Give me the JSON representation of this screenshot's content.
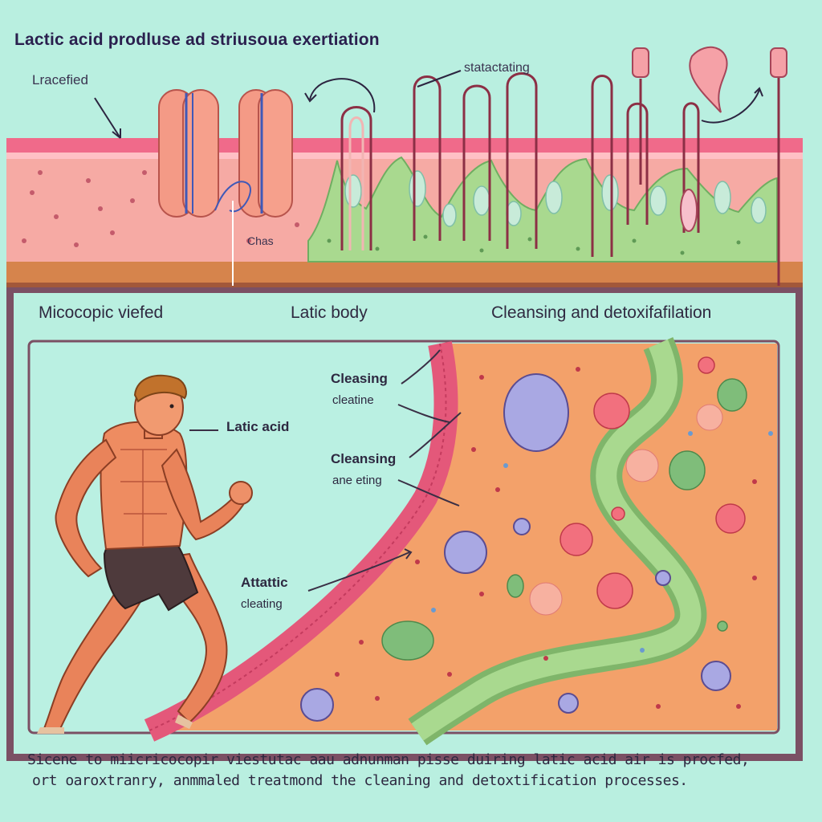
{
  "title": "Lactic acid  prodluse  ad striusoua exertiation",
  "top_labels": {
    "lracefied": "Lracefied",
    "statactating": "statactating",
    "chas": "Chas"
  },
  "section_labels": {
    "microscopic": "Micocopic viefed",
    "latic_body": "Latic body",
    "cleansing": "Cleansing and  detoxifafilation"
  },
  "inset_labels": {
    "latic_acid": "Latic acid",
    "cleasing": "Cleasing",
    "cleatine": "cleatine",
    "cleansing": "Cleansing",
    "ane_eting": "ane eting",
    "attattic": "Attattic",
    "cleating": "cleating"
  },
  "caption": {
    "line1": "Sicene to miicricocopir viestutac aau adnunman pisse duiring latic acid air is procfed,",
    "line2": "ort oaroxtranry, anmmaled treatmond the cleaning and detoxtification processes."
  },
  "colors": {
    "background": "#b9efe0",
    "tissue": "#f4a9a3",
    "green_cells": "#9ed58b",
    "muscle_band": "#d9814a",
    "panel": "#7a4f63",
    "inset_tissue": "#f4a26a"
  }
}
